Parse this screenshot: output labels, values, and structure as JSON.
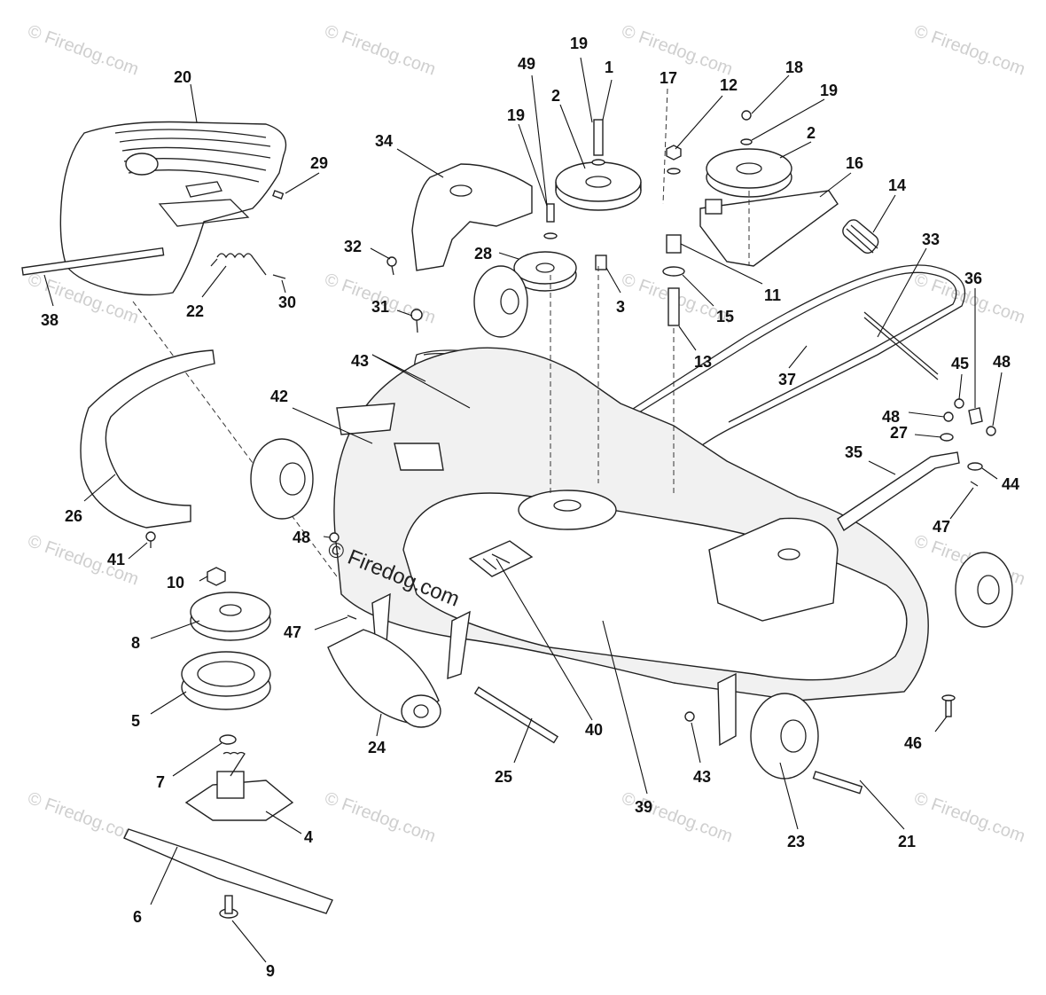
{
  "watermark": {
    "text": "© Firedog.com",
    "main_text": "© Firedog.com"
  },
  "labels": {
    "p1": "1",
    "p2a": "2",
    "p2b": "2",
    "p3": "3",
    "p4": "4",
    "p5": "5",
    "p6": "6",
    "p7": "7",
    "p8": "8",
    "p9": "9",
    "p10": "10",
    "p11": "11",
    "p12": "12",
    "p13": "13",
    "p14": "14",
    "p15": "15",
    "p16": "16",
    "p17": "17",
    "p18": "18",
    "p19a": "19",
    "p19b": "19",
    "p19c": "19",
    "p20": "20",
    "p21": "21",
    "p22": "22",
    "p23": "23",
    "p24": "24",
    "p25": "25",
    "p26": "26",
    "p27": "27",
    "p28": "28",
    "p29": "29",
    "p30": "30",
    "p31": "31",
    "p32": "32",
    "p33": "33",
    "p34": "34",
    "p35": "35",
    "p36": "36",
    "p37": "37",
    "p38": "38",
    "p39": "39",
    "p40": "40",
    "p41": "41",
    "p42": "42",
    "p43a": "43",
    "p43b": "43",
    "p44": "44",
    "p45": "45",
    "p46": "46",
    "p47a": "47",
    "p47b": "47",
    "p48a": "48",
    "p48b": "48",
    "p48c": "48",
    "p49": "49"
  }
}
